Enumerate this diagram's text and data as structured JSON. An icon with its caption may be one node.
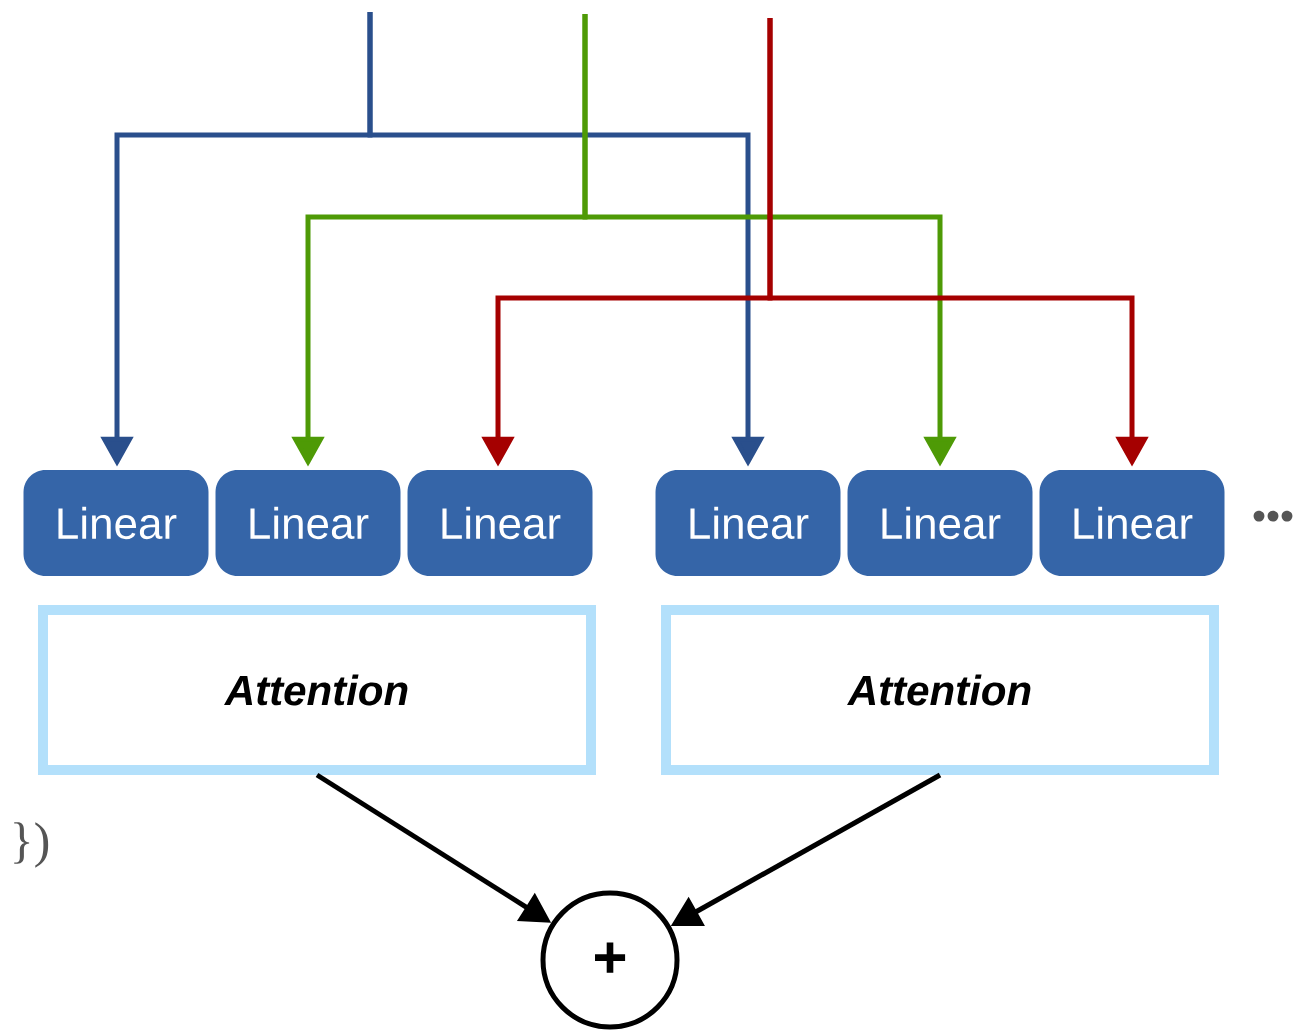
{
  "diagram": {
    "nodes": [
      {
        "text": [
          "Linear"
        ]
      },
      {
        "text": [
          "Linear"
        ]
      },
      {
        "text": [
          "Linear"
        ]
      },
      {
        "text": [
          "Linear"
        ]
      },
      {
        "text": [
          "Linear"
        ]
      },
      {
        "text": [
          "Linear"
        ]
      },
      {
        "text": [
          "Attention"
        ]
      },
      {
        "text": [
          "Attention"
        ]
      },
      {
        "text": [
          "+"
        ]
      }
    ],
    "edges": [
      {
        "from": null,
        "to": 0,
        "arrow": "to",
        "color": "#2a4f8c"
      },
      {
        "from": null,
        "to": 3,
        "arrow": "to",
        "color": "#2a4f8c"
      },
      {
        "from": null,
        "to": 1,
        "arrow": "to",
        "color": "#4e9a06"
      },
      {
        "from": null,
        "to": 4,
        "arrow": "to",
        "color": "#4e9a06"
      },
      {
        "from": null,
        "to": 2,
        "arrow": "to",
        "color": "#a50000"
      },
      {
        "from": null,
        "to": 5,
        "arrow": "to",
        "color": "#a50000"
      },
      {
        "from": 6,
        "to": 8,
        "arrow": "to",
        "color": "#000000"
      },
      {
        "from": 7,
        "to": 8,
        "arrow": "to",
        "color": "#000000"
      }
    ],
    "labels": [
      "})",
      "•••"
    ]
  }
}
